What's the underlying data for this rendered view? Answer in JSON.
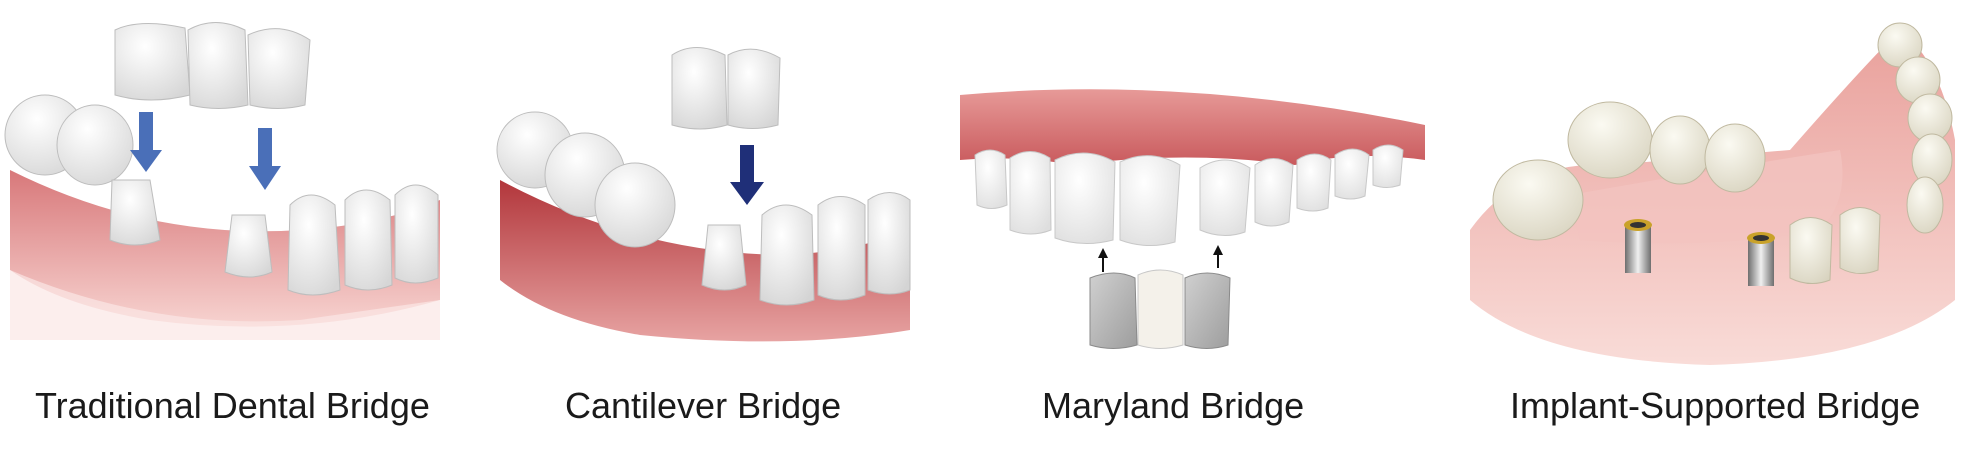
{
  "panels": [
    {
      "caption": "Traditional Dental Bridge"
    },
    {
      "caption": "Cantilever Bridge"
    },
    {
      "caption": "Maryland Bridge"
    },
    {
      "caption": "Implant-Supported Bridge"
    }
  ],
  "colors": {
    "gum": "#c8575e",
    "gum_light": "#f2b6b3",
    "tooth": "#ffffff",
    "tooth_shade": "#d9d9d9",
    "arrow_blue": "#4a6fb8",
    "arrow_navy": "#1f2f78",
    "wing_gray": "#b8b8b8",
    "implant_gold": "#c9a22a",
    "implant_steel": "#9a9a9a"
  },
  "icons": [
    "down-arrow-icon",
    "up-arrow-icon"
  ]
}
